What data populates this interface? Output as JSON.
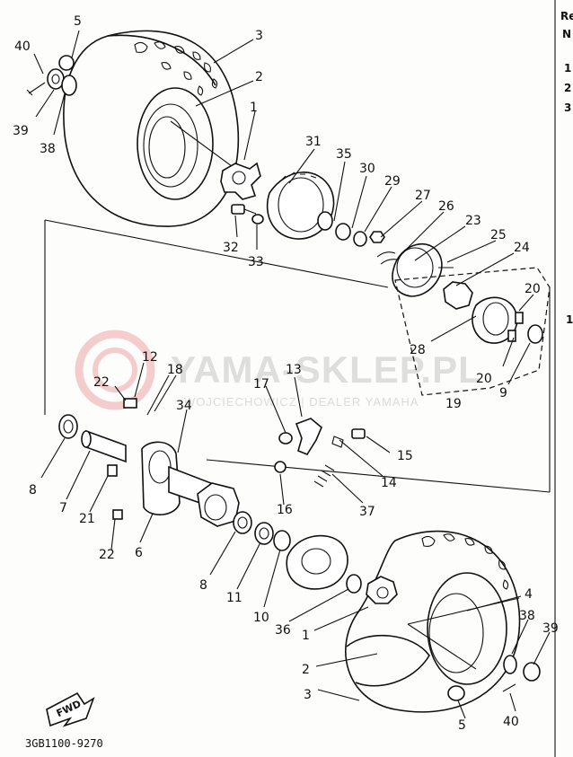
{
  "watermark": {
    "brand": "YAMA-SKLEP.PL",
    "dealer": "WOJCIECHOWICZ | DEALER YAMAHA"
  },
  "diagram_code": "3GB1100-9270",
  "fwd_label": "FWD",
  "side_column": [
    "Re",
    "N",
    "1",
    "2",
    "3",
    "1"
  ],
  "callouts": {
    "top_wheel": [
      "40",
      "5",
      "3",
      "2",
      "1",
      "39",
      "38"
    ],
    "brake_row": [
      "31",
      "35",
      "30",
      "29",
      "27",
      "26",
      "23",
      "25",
      "24",
      "32",
      "33",
      "20",
      "28",
      "20",
      "9",
      "19"
    ],
    "axle_row": [
      "12",
      "18",
      "22",
      "13",
      "17",
      "34",
      "15",
      "8",
      "7",
      "21",
      "14",
      "16",
      "37",
      "6",
      "22"
    ],
    "bottom_row": [
      "8",
      "11",
      "10",
      "36",
      "4",
      "1",
      "38",
      "39",
      "2",
      "3",
      "40",
      "5"
    ]
  }
}
